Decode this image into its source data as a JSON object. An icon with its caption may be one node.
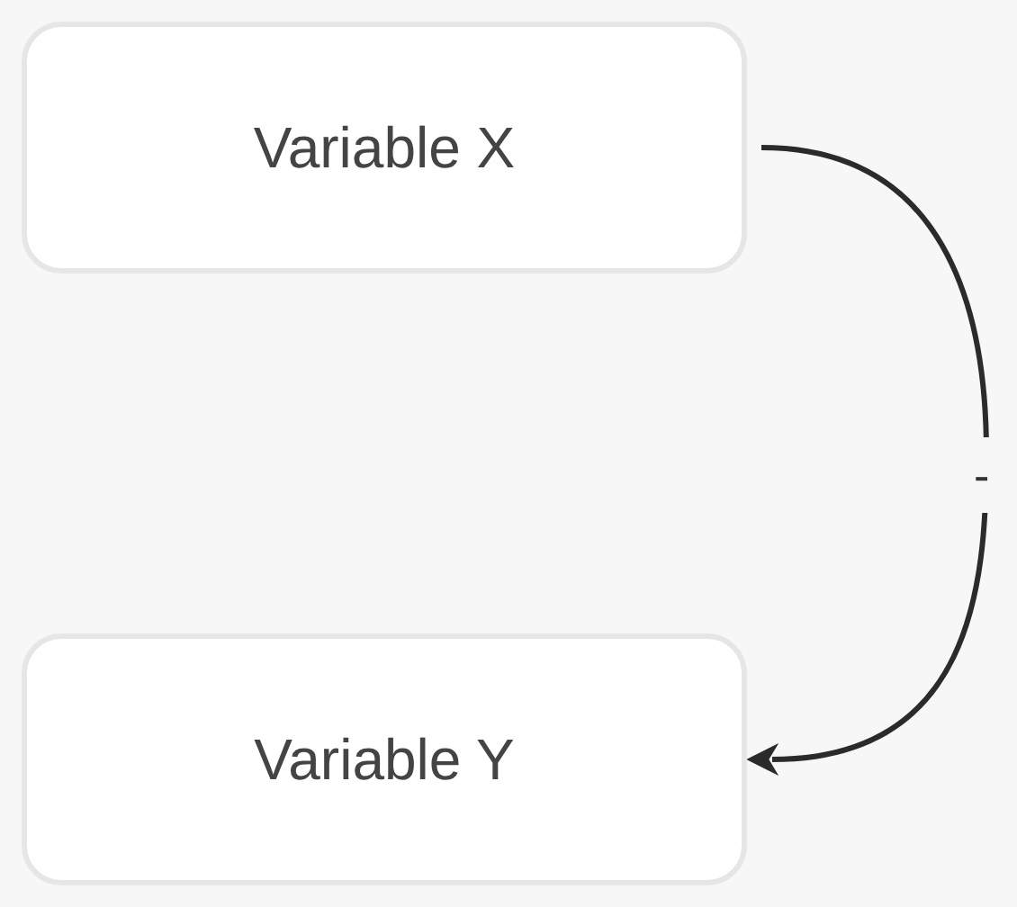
{
  "diagram": {
    "nodes": [
      {
        "text": [
          "Variable X"
        ]
      },
      {
        "text": [
          "Variable Y"
        ]
      }
    ],
    "edges": [
      {
        "from": 0,
        "to": 1,
        "arrow": "to",
        "label": "-"
      }
    ]
  }
}
